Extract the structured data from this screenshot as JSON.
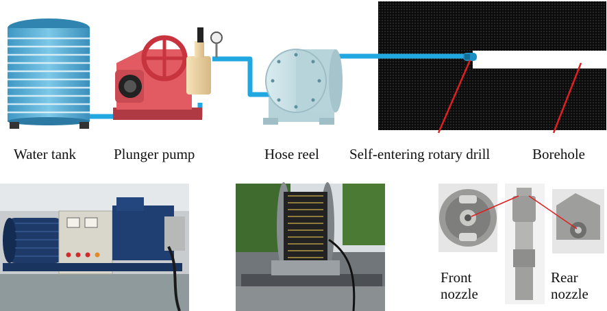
{
  "diagram": {
    "labels": {
      "water_tank": "Water tank",
      "plunger_pump": "Plunger pump",
      "hose_reel": "Hose reel",
      "rotary_drill": "Self-entering rotary drill",
      "borehole": "Borehole"
    },
    "colors": {
      "pipe": "#22a8e0",
      "tank": "#5fb4d8",
      "pump": "#e0525a",
      "reel": "#c7dde2",
      "borehole_bg": "#0c0c0c",
      "pointer": "#e02020"
    }
  },
  "photos": {
    "nozzle_labels": {
      "front_line1": "Front",
      "front_line2": "nozzle",
      "rear_line1": "Rear",
      "rear_line2": "nozzle"
    }
  }
}
